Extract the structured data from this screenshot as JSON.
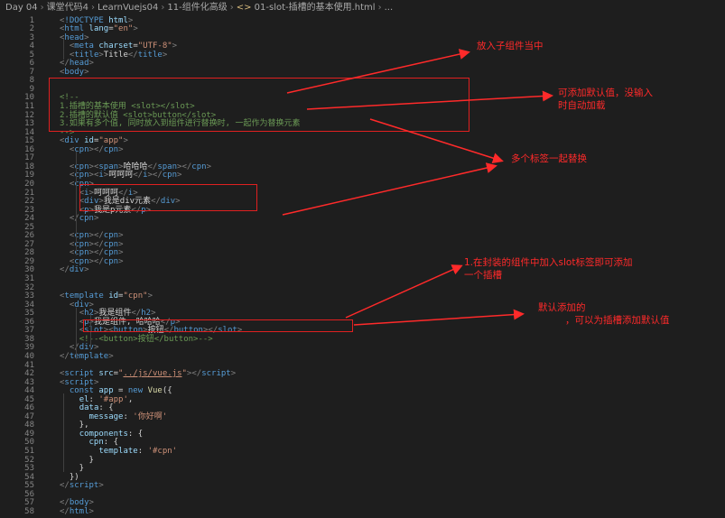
{
  "breadcrumb": {
    "items": [
      "Day 04",
      "课堂代码4",
      "LearnVuejs04",
      "11-组件化高级"
    ],
    "file_icon": "<>",
    "file": "01-slot-插槽的基本使用.html",
    "tail": "..."
  },
  "lines": [
    {
      "n": "1",
      "html": "<span class='p'>&lt;</span><span class='t'>!DOCTYPE</span> <span class='a'>html</span><span class='p'>&gt;</span>"
    },
    {
      "n": "2",
      "html": "<span class='p'>&lt;</span><span class='t'>html</span> <span class='a'>lang</span>=<span class='s'>\"en\"</span><span class='p'>&gt;</span>"
    },
    {
      "n": "3",
      "html": "<span class='p'>&lt;</span><span class='t'>head</span><span class='p'>&gt;</span>"
    },
    {
      "n": "4",
      "html": "  <span class='p'>&lt;</span><span class='t'>meta</span> <span class='a'>charset</span>=<span class='s'>\"UTF-8\"</span><span class='p'>&gt;</span>"
    },
    {
      "n": "5",
      "html": "  <span class='p'>&lt;</span><span class='t'>title</span><span class='p'>&gt;</span>Title<span class='p'>&lt;/</span><span class='t'>title</span><span class='p'>&gt;</span>"
    },
    {
      "n": "6",
      "html": "<span class='p'>&lt;/</span><span class='t'>head</span><span class='p'>&gt;</span>"
    },
    {
      "n": "7",
      "html": "<span class='p'>&lt;</span><span class='t'>body</span><span class='p'>&gt;</span>"
    },
    {
      "n": "8",
      "html": ""
    },
    {
      "n": "9",
      "html": ""
    },
    {
      "n": "10",
      "html": "<span class='c'>&lt;!--</span>"
    },
    {
      "n": "11",
      "html": "<span class='c'>1.插槽的基本使用 &lt;slot&gt;&lt;/slot&gt;</span>"
    },
    {
      "n": "12",
      "html": "<span class='c'>2.插槽的默认值 &lt;slot&gt;button&lt;/slot&gt;</span>"
    },
    {
      "n": "13",
      "html": "<span class='c'>3.如果有多个值, 同时放入到组件进行替换时, 一起作为替换元素</span>"
    },
    {
      "n": "14",
      "html": "<span class='c'>--&gt;</span>"
    },
    {
      "n": "15",
      "html": "<span class='p'>&lt;</span><span class='t'>div</span> <span class='a'>id</span>=<span class='s'>\"app\"</span><span class='p'>&gt;</span>"
    },
    {
      "n": "16",
      "html": "  <span class='p'>&lt;</span><span class='t'>cpn</span><span class='p'>&gt;&lt;/</span><span class='t'>cpn</span><span class='p'>&gt;</span>"
    },
    {
      "n": "17",
      "html": ""
    },
    {
      "n": "18",
      "html": "  <span class='p'>&lt;</span><span class='t'>cpn</span><span class='p'>&gt;&lt;</span><span class='t'>span</span><span class='p'>&gt;</span>哈哈哈<span class='p'>&lt;/</span><span class='t'>span</span><span class='p'>&gt;&lt;/</span><span class='t'>cpn</span><span class='p'>&gt;</span>"
    },
    {
      "n": "19",
      "html": "  <span class='p'>&lt;</span><span class='t'>cpn</span><span class='p'>&gt;&lt;</span><span class='t'>i</span><span class='p'>&gt;</span>呵呵呵<span class='p'>&lt;/</span><span class='t'>i</span><span class='p'>&gt;&lt;/</span><span class='t'>cpn</span><span class='p'>&gt;</span>"
    },
    {
      "n": "20",
      "html": "  <span class='p'>&lt;</span><span class='t'>cpn</span><span class='p'>&gt;</span>"
    },
    {
      "n": "21",
      "html": "    <span class='p'>&lt;</span><span class='t'>i</span><span class='p'>&gt;</span>呵呵呵<span class='p'>&lt;/</span><span class='t'>i</span><span class='p'>&gt;</span>"
    },
    {
      "n": "22",
      "html": "    <span class='p'>&lt;</span><span class='t'>div</span><span class='p'>&gt;</span>我是div元素<span class='p'>&lt;/</span><span class='t'>div</span><span class='p'>&gt;</span>"
    },
    {
      "n": "23",
      "html": "    <span class='p'>&lt;</span><span class='t'>p</span><span class='p'>&gt;</span>我是p元素<span class='p'>&lt;/</span><span class='t'>p</span><span class='p'>&gt;</span>"
    },
    {
      "n": "24",
      "html": "  <span class='p'>&lt;/</span><span class='t'>cpn</span><span class='p'>&gt;</span>"
    },
    {
      "n": "25",
      "html": ""
    },
    {
      "n": "26",
      "html": "  <span class='p'>&lt;</span><span class='t'>cpn</span><span class='p'>&gt;&lt;/</span><span class='t'>cpn</span><span class='p'>&gt;</span>"
    },
    {
      "n": "27",
      "html": "  <span class='p'>&lt;</span><span class='t'>cpn</span><span class='p'>&gt;&lt;/</span><span class='t'>cpn</span><span class='p'>&gt;</span>"
    },
    {
      "n": "28",
      "html": "  <span class='p'>&lt;</span><span class='t'>cpn</span><span class='p'>&gt;&lt;/</span><span class='t'>cpn</span><span class='p'>&gt;</span>"
    },
    {
      "n": "29",
      "html": "  <span class='p'>&lt;</span><span class='t'>cpn</span><span class='p'>&gt;&lt;/</span><span class='t'>cpn</span><span class='p'>&gt;</span>"
    },
    {
      "n": "30",
      "html": "<span class='p'>&lt;/</span><span class='t'>div</span><span class='p'>&gt;</span>"
    },
    {
      "n": "31",
      "html": ""
    },
    {
      "n": "32",
      "html": ""
    },
    {
      "n": "33",
      "html": "<span class='p'>&lt;</span><span class='t'>template</span> <span class='a'>id</span>=<span class='s'>\"cpn\"</span><span class='p'>&gt;</span>"
    },
    {
      "n": "34",
      "html": "  <span class='p'>&lt;</span><span class='t'>div</span><span class='p'>&gt;</span>"
    },
    {
      "n": "35",
      "html": "    <span class='p'>&lt;</span><span class='t'>h2</span><span class='p'>&gt;</span>我是组件<span class='p'>&lt;/</span><span class='t'>h2</span><span class='p'>&gt;</span>"
    },
    {
      "n": "36",
      "html": "    <span class='p'>&lt;</span><span class='t'>p</span><span class='p'>&gt;</span>我是组件, 哈哈哈<span class='p'>&lt;/</span><span class='t'>p</span><span class='p'>&gt;</span>"
    },
    {
      "n": "37",
      "html": "    <span class='p'>&lt;</span><span class='t'>slot</span><span class='p'>&gt;&lt;</span><span class='t'>button</span><span class='p'>&gt;</span>按钮<span class='p'>&lt;/</span><span class='t'>button</span><span class='p'>&gt;&lt;/</span><span class='t'>slot</span><span class='p'>&gt;</span>"
    },
    {
      "n": "38",
      "html": "    <span class='c'>&lt;!--&lt;button&gt;按钮&lt;/button&gt;--&gt;</span>"
    },
    {
      "n": "39",
      "html": "  <span class='p'>&lt;/</span><span class='t'>div</span><span class='p'>&gt;</span>"
    },
    {
      "n": "40",
      "html": "<span class='p'>&lt;/</span><span class='t'>template</span><span class='p'>&gt;</span>"
    },
    {
      "n": "41",
      "html": ""
    },
    {
      "n": "42",
      "html": "<span class='p'>&lt;</span><span class='t'>script</span> <span class='a'>src</span>=<span class='s'>\"<u>../js/vue.js</u>\"</span><span class='p'>&gt;&lt;/</span><span class='t'>script</span><span class='p'>&gt;</span>"
    },
    {
      "n": "43",
      "html": "<span class='p'>&lt;</span><span class='t'>script</span><span class='p'>&gt;</span>"
    },
    {
      "n": "44",
      "html": "  <span class='k'>const</span> <span class='v'>app</span> = <span class='k'>new</span> <span class='f'>Vue</span>({"
    },
    {
      "n": "45",
      "html": "    <span class='v'>el</span>: <span class='s'>'#app'</span>,"
    },
    {
      "n": "46",
      "html": "    <span class='v'>data</span>: {"
    },
    {
      "n": "47",
      "html": "      <span class='v'>message</span>: <span class='s'>'你好啊'</span>"
    },
    {
      "n": "48",
      "html": "    },"
    },
    {
      "n": "49",
      "html": "    <span class='v'>components</span>: {"
    },
    {
      "n": "50",
      "html": "      <span class='v'>cpn</span>: {"
    },
    {
      "n": "51",
      "html": "        <span class='v'>template</span>: <span class='s'>'#cpn'</span>"
    },
    {
      "n": "52",
      "html": "      }"
    },
    {
      "n": "53",
      "html": "    }"
    },
    {
      "n": "54",
      "html": "  })"
    },
    {
      "n": "55",
      "html": "<span class='p'>&lt;/</span><span class='t'>script</span><span class='p'>&gt;</span>"
    },
    {
      "n": "56",
      "html": ""
    },
    {
      "n": "57",
      "html": "<span class='p'>&lt;/</span><span class='t'>body</span><span class='p'>&gt;</span>"
    },
    {
      "n": "58",
      "html": "<span class='p'>&lt;/</span><span class='t'>html</span><span class='p'>&gt;</span>"
    }
  ],
  "annotations": {
    "note1": "放入子组件当中",
    "note2_line1": "可添加默认值，没输入",
    "note2_line2": "时自动加载",
    "note3": "多个标签一起替换",
    "note4_line1": "1.在封装的组件中加入slot标签即可添加",
    "note4_line2": "一个插槽",
    "note5_line1": "默认添加的",
    "note5_line2": "，可以为插槽添加默认值"
  },
  "colors": {
    "background": "#1e1e1e",
    "annotation": "#ff2a2a",
    "tag": "#569cd6",
    "string": "#ce9178",
    "comment": "#6a9955"
  }
}
